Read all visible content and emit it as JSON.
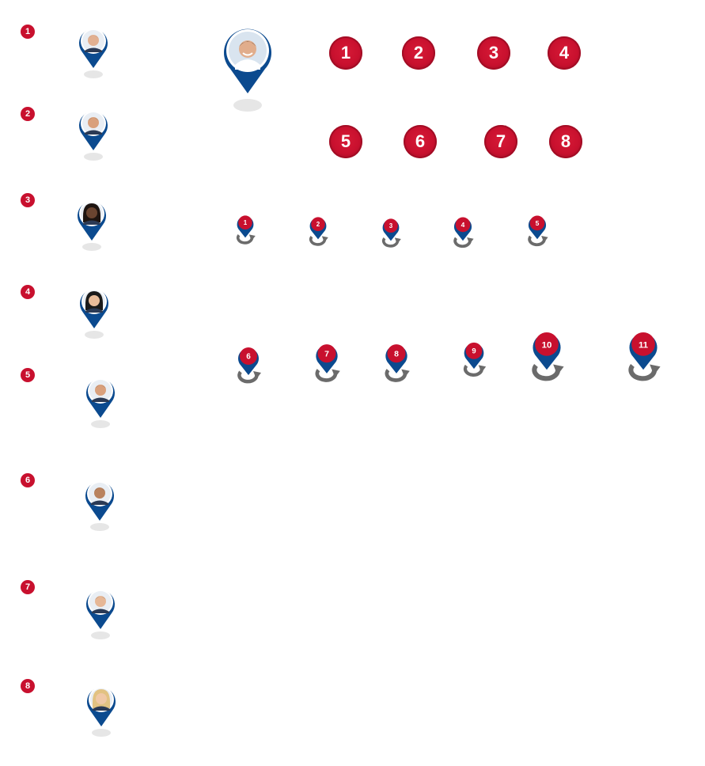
{
  "colors": {
    "red": "#c8102e",
    "red_dark": "#8c0b20",
    "blue": "#0b4a8f",
    "blue_dark": "#0a3d78",
    "gray": "#6b6b6b",
    "shadow": "#e6e6e6"
  },
  "left_column": [
    {
      "number": "1",
      "face": "man-icon"
    },
    {
      "number": "2",
      "face": "man-icon"
    },
    {
      "number": "3",
      "face": "woman-icon"
    },
    {
      "number": "4",
      "face": "woman-icon"
    },
    {
      "number": "5",
      "face": "man-icon"
    },
    {
      "number": "6",
      "face": "man-icon"
    },
    {
      "number": "7",
      "face": "man-icon"
    },
    {
      "number": "8",
      "face": "woman-icon"
    }
  ],
  "badges_row_1": [
    "1",
    "2",
    "3",
    "4"
  ],
  "badges_row_2": [
    "5",
    "6",
    "7",
    "8"
  ],
  "rotate_pins_row_1": [
    "1",
    "2",
    "3",
    "4",
    "5"
  ],
  "rotate_pins_row_2": [
    "6",
    "7",
    "8",
    "9",
    "10",
    "11"
  ]
}
